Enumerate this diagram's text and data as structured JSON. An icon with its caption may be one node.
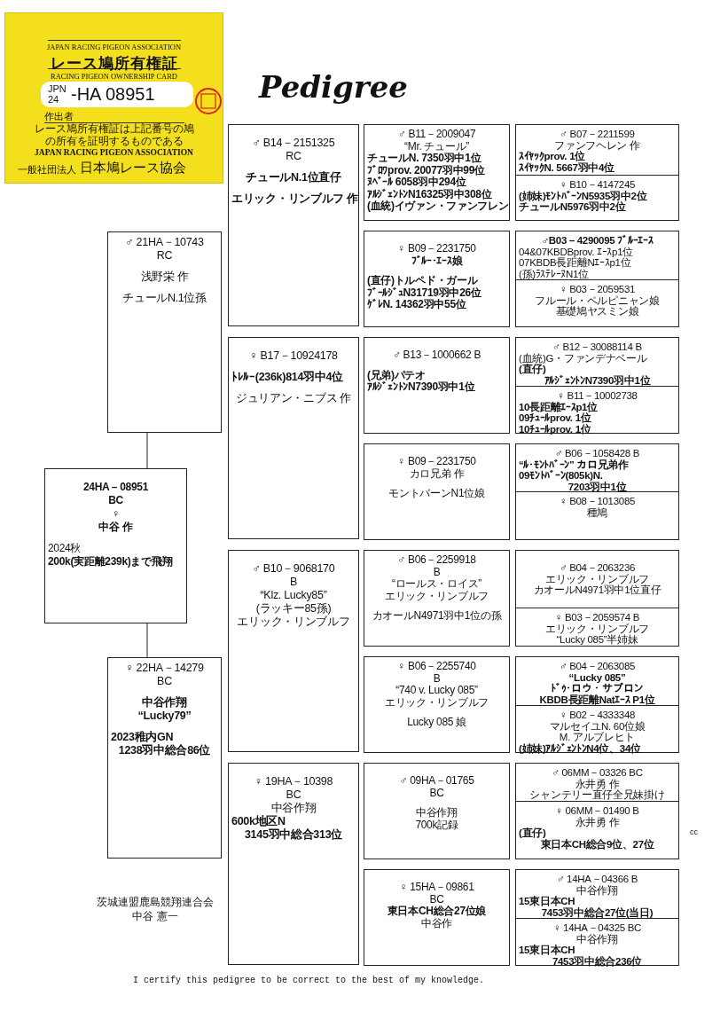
{
  "diagram": {
    "title": "Pedigree",
    "nodes": [
      {
        "text": [
          "JAPAN RACING PIGEON ASSOCIATION",
          "レース鳩所有権証",
          "RACING PIGEON OWNERSHIP CARD",
          "JPN 24",
          "-HA 08951",
          "作出者",
          "レース鳩所有権証は上記番号の鳩の所有を証明するものである",
          "JAPAN RACING PIGEON ASSOCIATION",
          "一般社団法人",
          "日本鳩レース協会"
        ]
      },
      {
        "text": [
          "♂ 21HA－10743",
          "RC",
          "浅野栄 作",
          "チュールN.1位孫"
        ]
      },
      {
        "text": [
          "24HA－08951",
          "BC",
          "♀",
          "中谷 作",
          "2024秋",
          "200k(実距離239k)まで飛翔"
        ]
      },
      {
        "text": [
          "♀ 22HA－14279",
          "BC",
          "中谷作翔",
          "“Lucky79”",
          "2023稚内GN",
          "1238羽中総合86位"
        ]
      },
      {
        "text": [
          "♂ B14－2151325",
          "RC",
          "チュールN.1位直仔",
          "エリック・リンブルフ 作"
        ]
      },
      {
        "text": [
          "♀ B17－10924178",
          "ﾄﾚﾙｰ(236k)814羽中4位",
          "ジュリアン・ニブス 作"
        ]
      },
      {
        "text": [
          "♂ B10－9068170",
          "B",
          "“Klz. Lucky85”",
          "(ラッキー85孫)",
          "エリック・リンブルフ"
        ]
      },
      {
        "text": [
          "♀ 19HA－10398",
          "BC",
          "中谷作翔",
          "600k地区N",
          "3145羽中総合313位"
        ]
      },
      {
        "text": [
          "♂ B11－2009047",
          "“Mr. チュール”",
          "チュールN. 7350羽中1位",
          "ﾌﾞﾛﾜprov. 20077羽中99位",
          "ﾇﾍﾞｰﾙ 6058羽中294位",
          "ｱﾙｼﾞｪﾝﾄﾝN16325羽中308位",
          "(血統)イヴァン・ファンフレン"
        ]
      },
      {
        "text": [
          "♀ B09－2231750",
          "ﾌﾞﾙｰ･ｴｰｽ娘",
          "(直仔)トルペド・ガール",
          "ﾌﾞｰﾙｼﾞｭN31719羽中26位",
          "ｹﾞﾚN. 14362羽中55位"
        ]
      },
      {
        "text": [
          "♂ B13－1000662 B",
          "(兄弟)パテオ",
          "ｱﾙｼﾞｪﾝﾄﾝN7390羽中1位"
        ]
      },
      {
        "text": [
          "♀ B09－2231750",
          "カロ兄弟 作",
          "モントバーンN1位娘"
        ]
      },
      {
        "text": [
          "♂ B06－2259918",
          "B",
          "“ロールス・ロイス”",
          "エリック・リンブルフ",
          "カオールN4971羽中1位の孫"
        ]
      },
      {
        "text": [
          "♀ B06－2255740",
          "B",
          "“740 v. Lucky 085”",
          "エリック・リンブルフ",
          "Lucky 085 娘"
        ]
      },
      {
        "text": [
          "♂ 09HA－01765",
          "BC",
          "中谷作翔",
          "700k記録"
        ]
      },
      {
        "text": [
          "♀ 15HA－09861",
          "BC",
          "東日本CH総合27位娘",
          "中谷作"
        ]
      },
      {
        "text": [
          "♂ B07－2211599",
          "ファンフヘレン 作",
          "ｽｲﾔｯｸprov. 1位",
          "ｽｲﾔｯｸN. 5667羽中4位"
        ]
      },
      {
        "text": [
          "♀ B10－4147245",
          "(姉妹)ﾓﾝﾄﾊﾞｰﾝN5935羽中2位",
          "チュールN5976羽中2位"
        ]
      },
      {
        "text": [
          "♂B03－4290095 ﾌﾞﾙｰｴｰｽ",
          "04&07KBDBprov. ｴｰｽp1位",
          "07KBDB長距離Nｴｰｽp1位",
          "(孫)ﾗｽﾃﾚｰﾇN1位"
        ]
      },
      {
        "text": [
          "♀ B03－2059531",
          "フルール・ペルピニャン娘",
          "基礎鳩ヤスミン娘"
        ]
      },
      {
        "text": [
          "♂ B12－30088114 B",
          "(血統)G・ファンデナベール",
          "(直仔)",
          "ｱﾙｼﾞｪﾝﾄﾝN7390羽中1位"
        ]
      },
      {
        "text": [
          "♀ B11－10002738",
          "10長距離ｴｰｽp1位",
          "09ﾁｭｰﾙprov. 1位",
          "10ﾁｭｰﾙprov. 1位"
        ]
      },
      {
        "text": [
          "♂ B06－1058428 B",
          "“ﾙ･ﾓﾝﾄﾊﾞｰﾝ” カロ兄弟作",
          "09ﾓﾝﾄﾊﾞｰﾝ(805k)N.",
          "7203羽中1位"
        ]
      },
      {
        "text": [
          "♀ B08－1013085",
          "種鳩"
        ]
      },
      {
        "text": [
          "♂ B04－2063236",
          "エリック・リンブルフ",
          "カオールN4971羽中1位直仔"
        ]
      },
      {
        "text": [
          "♀ B03－2059574 B",
          "エリック・リンブルフ",
          "“Lucky 085”半姉妹"
        ]
      },
      {
        "text": [
          "♂ B04－2063085",
          "“Lucky 085”",
          "ﾄﾞｩ･ロウ・サブロン",
          "KBDB長距離Natｴｰｽ P1位"
        ]
      },
      {
        "text": [
          "♀ B02－4333348",
          "マルセイユN. 60位娘",
          "M. アルブレヒト",
          "(姉妹)ｱﾙｼﾞｪﾝﾄﾝN4位、34位"
        ]
      },
      {
        "text": [
          "♂ 06MM－03326 BC",
          "永井勇 作",
          "シャンテリー直仔全兄妹掛け"
        ]
      },
      {
        "text": [
          "♀ 06MM－01490 B",
          "永井勇 作",
          "(直仔)",
          "東日本CH総合9位、27位"
        ]
      },
      {
        "text": [
          "♂ 14HA－04366 B",
          "中谷作翔",
          "15東日本CH",
          "7453羽中総合27位(当日)"
        ]
      },
      {
        "text": [
          "♀ 14HA－04325 BC",
          "中谷作翔",
          "15東日本CH",
          "7453羽中総合236位"
        ]
      }
    ],
    "edges": [
      {
        "from": 1,
        "to": 2,
        "arrow": "none"
      },
      {
        "from": 2,
        "to": 3,
        "arrow": "none"
      }
    ],
    "labels": [
      "茨城連盟鹿島競翔連合会",
      "中谷 憲一",
      "cc",
      "I certify this pedigree to be correct to the best of my knowledge."
    ]
  }
}
